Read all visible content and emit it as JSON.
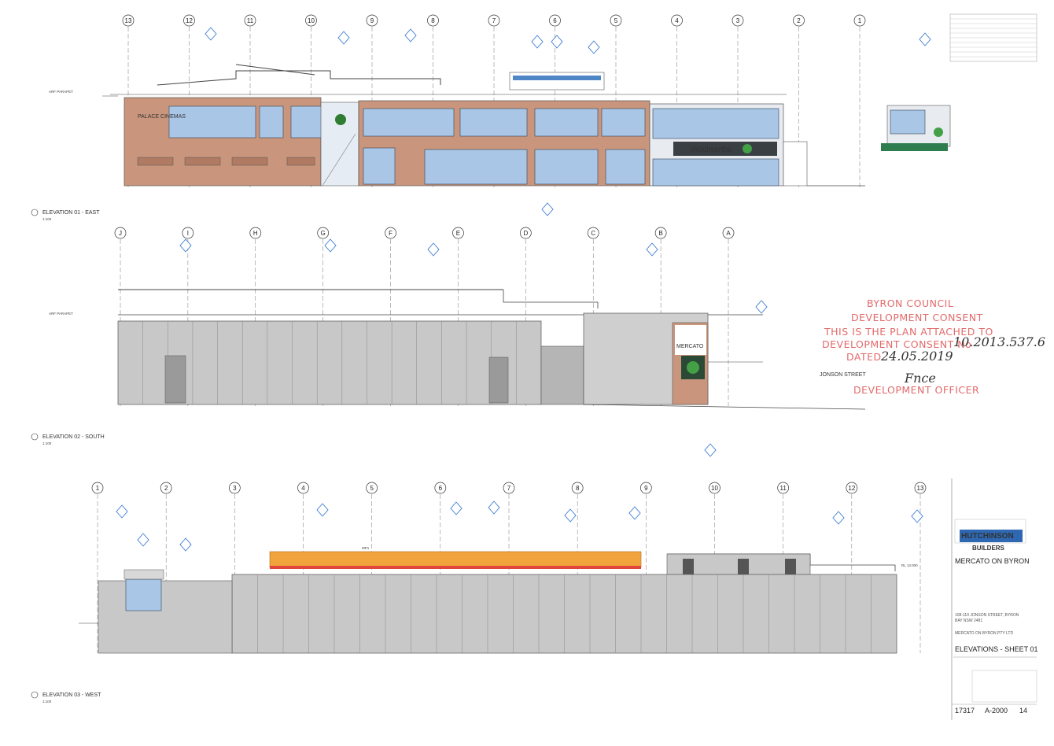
{
  "elevations": [
    {
      "id": "e1",
      "title": "ELEVATION 01 - EAST",
      "scale": "1:100"
    },
    {
      "id": "e2",
      "title": "ELEVATION 02 - SOUTH",
      "scale": "1:100"
    },
    {
      "id": "e3",
      "title": "ELEVATION 03 - WEST",
      "scale": "1:100"
    }
  ],
  "grid_east": [
    "13",
    "12",
    "11",
    "10",
    "9",
    "8",
    "7",
    "6",
    "5",
    "4",
    "3",
    "2",
    "1"
  ],
  "grid_south": [
    "J",
    "I",
    "H",
    "G",
    "F",
    "E",
    "D",
    "C",
    "B",
    "A"
  ],
  "grid_west": [
    "1",
    "2",
    "3",
    "4",
    "5",
    "6",
    "7",
    "8",
    "9",
    "10",
    "11",
    "12",
    "13"
  ],
  "signage": {
    "cinema": "PALACE CINEMAS",
    "supermarket": "Woolworths",
    "mercato": "MERCATO",
    "street": "JONSON STREET"
  },
  "annotations": {
    "east_parapet": "ARF PARAPET",
    "south_parapet": "ARF PARAPET",
    "west_mp": "MP1",
    "west_rl": "RL 13.000"
  },
  "stamp": {
    "line1": "BYRON COUNCIL",
    "line2": "DEVELOPMENT CONSENT",
    "line3": "THIS IS THE PLAN ATTACHED TO",
    "line4": "DEVELOPMENT CONSENT No",
    "consent_no": "10.2013.537.6",
    "dated_label": "DATED",
    "date": "24.05.2019",
    "signature": "Fnce",
    "officer": "DEVELOPMENT OFFICER"
  },
  "title_block": {
    "company_line1": "HUTCHINSON",
    "company_line2": "BUILDERS",
    "project": "MERCATO ON BYRON",
    "address_line1": "108-110 JONSON STREET, BYRON",
    "address_line2": "BAY NSW 2481",
    "client": "MERCATO ON BYRON PTY LTD",
    "sheet_title": "ELEVATIONS - SHEET 01",
    "project_no": "17317",
    "drawing_no": "A-2000",
    "revision": "14"
  },
  "colors": {
    "brick": "#c9967d",
    "glass": "#a9c6e6",
    "panel": "#c8c8c8",
    "orange": "#f2a43c",
    "red": "#e1463a",
    "stamp": "#e36a6a",
    "marker": "#3a7ad2",
    "tb_blue": "#2e68b3"
  }
}
